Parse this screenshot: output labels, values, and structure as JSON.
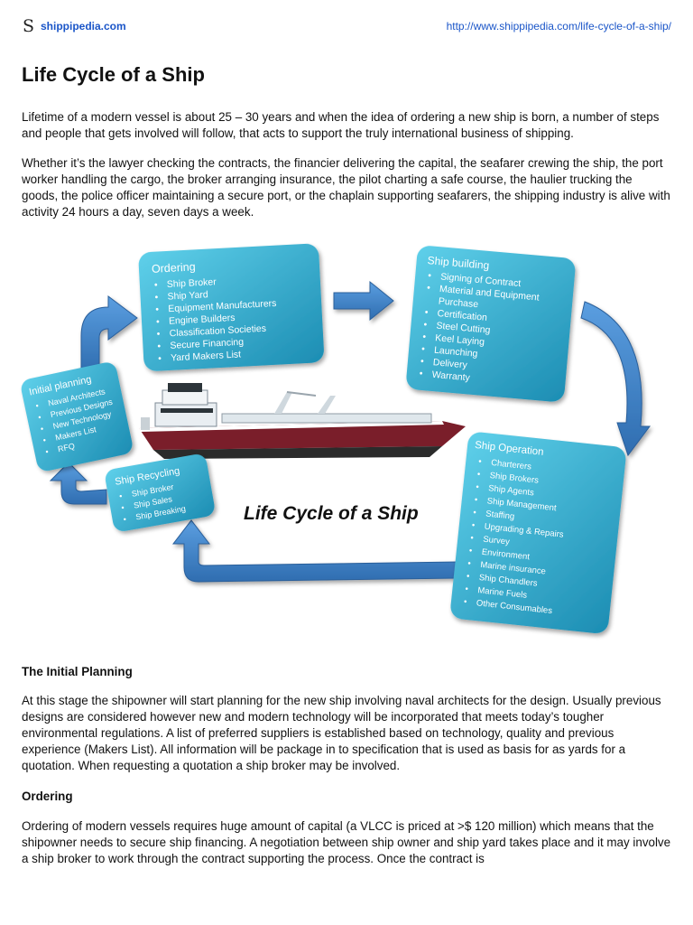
{
  "header": {
    "logo_glyph": "S",
    "site_name": "shippipedia.com",
    "page_url": "http://www.shippipedia.com/life-cycle-of-a-ship/"
  },
  "article": {
    "title": "Life Cycle of a Ship",
    "intro_1": "Lifetime of a modern vessel is about 25 – 30 years and when the idea of ordering a new ship is born, a number of steps and people that gets involved will follow, that acts to support the truly international business of shipping.",
    "intro_2": "Whether it’s the lawyer checking the contracts, the financier delivering the capital, the seafarer crewing the ship, the port worker handling the cargo, the broker arranging insurance, the pilot charting a safe course, the haulier trucking the goods, the police officer maintaining a secure port, or the chaplain supporting seafarers, the shipping industry is alive with activity 24 hours a day, seven days a week.",
    "section_initial_heading": "The Initial Planning",
    "section_initial_text": "At this stage the shipowner will start planning for the new ship involving naval architects for the design. Usually previous designs are considered however new and modern technology will be incorporated that meets today’s tougher environmental regulations. A list of preferred suppliers is established based on technology, quality and previous experience (Makers List). All information will be package in to specification that is used as basis for as yards for a quotation. When requesting a quotation a ship broker may be involved.",
    "section_ordering_heading": "Ordering",
    "section_ordering_text": "Ordering of modern vessels requires huge amount of capital (a VLCC is priced at >$ 120 million) which means that the shipowner needs to secure ship financing. A negotiation between ship owner and ship yard takes place and it may involve a ship broker to work through the contract supporting the process. Once the contract is"
  },
  "diagram": {
    "title": "Life Cycle of a Ship",
    "ordering": {
      "title": "Ordering",
      "items": [
        "Ship Broker",
        "Ship Yard",
        "Equipment Manufacturers",
        "Engine Builders",
        "Classification Societies",
        "Secure Financing",
        "Yard Makers List"
      ]
    },
    "ship_building": {
      "title": "Ship building",
      "items": [
        "Signing of Contract",
        "Material and Equipment",
        "Purchase",
        "Certification",
        "Steel Cutting",
        "Keel Laying",
        "Launching",
        "Delivery",
        "Warranty"
      ]
    },
    "initial_planning": {
      "title": "Initial planning",
      "items": [
        "Naval Architects",
        "Previous Designs",
        "New Technology",
        "Makers List",
        "RFQ"
      ]
    },
    "ship_recycling": {
      "title": "Ship Recycling",
      "items": [
        "Ship Broker",
        "Ship Sales",
        "Ship Breaking"
      ]
    },
    "ship_operation": {
      "title": "Ship Operation",
      "items": [
        "Charterers",
        "Ship Brokers",
        "Ship Agents",
        "Ship Management",
        "Staffing",
        "Upgrading & Repairs",
        "Survey",
        "Environment",
        "Marine insurance",
        "Ship Chandlers",
        "Marine Fuels",
        "Other Consumables"
      ]
    },
    "colors": {
      "box_light": "#4fc3e0",
      "box_dark": "#1e8fb5",
      "arrow": "#3f7fc4",
      "hull_red": "#7a1e2a",
      "hull_dark": "#2b2b2b"
    }
  }
}
